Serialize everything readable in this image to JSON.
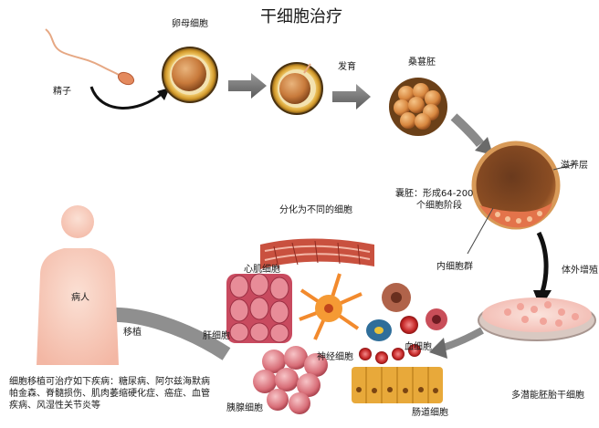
{
  "title": "干细胞治疗",
  "labels": {
    "sperm": "精子",
    "egg": "卵母细胞",
    "develop": "发育",
    "morula": "桑葚胚",
    "trophoblast": "滋养层",
    "blastocyst_line1": "囊胚：形成64-200",
    "blastocyst_line2": "个细胞阶段",
    "inner_cell_mass": "内细胞群",
    "in_vitro": "体外增殖",
    "stem_cells": "多潜能胚胎干细胞",
    "differentiate": "分化为不同的细胞",
    "cardiomyocyte": "心肌细胞",
    "hepatocyte": "肝细胞",
    "neuron": "神经细胞",
    "blood_cell": "血细胞",
    "pancreatic": "胰腺细胞",
    "intestinal": "肠道细胞",
    "transplant": "移植",
    "patient": "病人",
    "diseases_line1": "细胞移植可治疗如下疾病：糖尿病、阿尔兹海默病",
    "diseases_line2": "帕金森、脊髓损伤、肌肉萎缩硬化症、癌症、血管",
    "diseases_line3": "疾病、风湿性关节炎等"
  }
}
